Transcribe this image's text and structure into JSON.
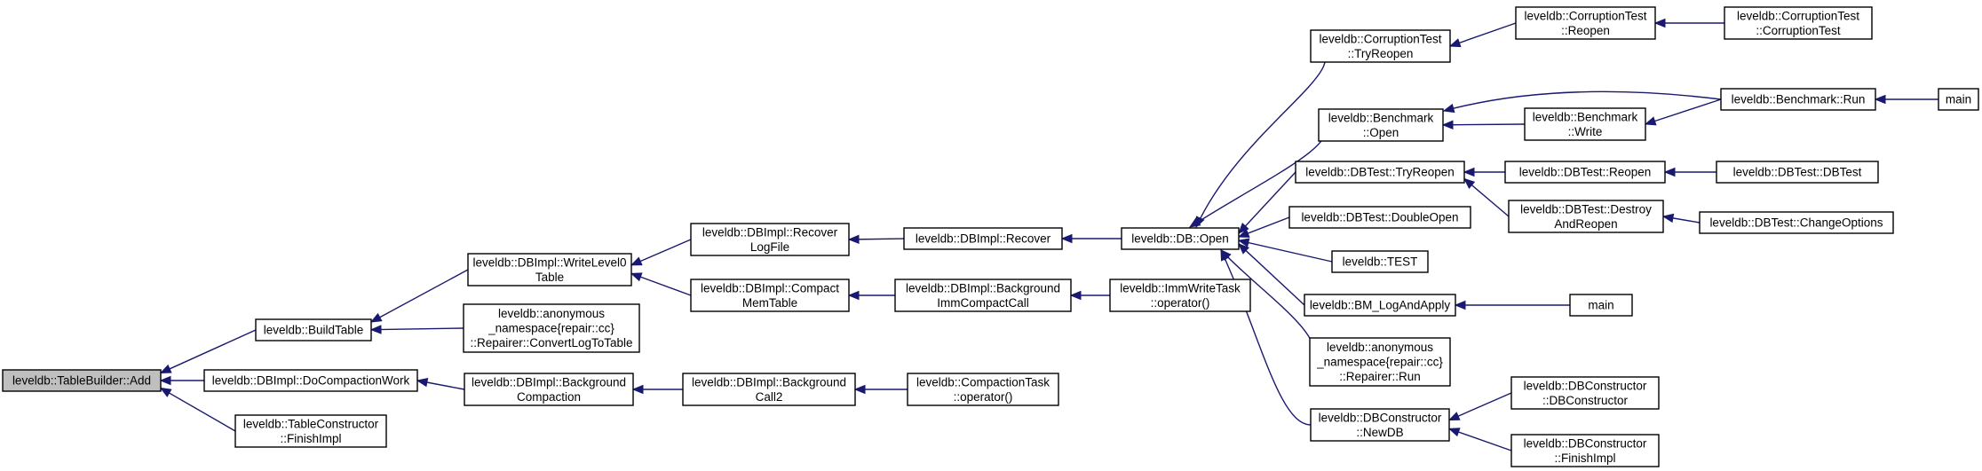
{
  "colors": {
    "edge": "#191970",
    "box_border": "#000000",
    "highlight_fill": "#bfbfbf",
    "background": "#ffffff"
  },
  "nodes": [
    {
      "id": "tb_add",
      "lines": [
        "leveldb::TableBuilder::Add"
      ],
      "highlight": true
    },
    {
      "id": "buildtable",
      "lines": [
        "leveldb::BuildTable"
      ]
    },
    {
      "id": "docompaction",
      "lines": [
        "leveldb::DBImpl::DoCompactionWork"
      ]
    },
    {
      "id": "tc_finish",
      "lines": [
        "leveldb::TableConstructor",
        "::FinishImpl"
      ]
    },
    {
      "id": "writelevel0",
      "lines": [
        "leveldb::DBImpl::WriteLevel0",
        "Table"
      ]
    },
    {
      "id": "repairer_convert",
      "lines": [
        "leveldb::anonymous",
        "_namespace{repair::cc}",
        "::Repairer::ConvertLogToTable"
      ]
    },
    {
      "id": "bg_compaction",
      "lines": [
        "leveldb::DBImpl::Background",
        "Compaction"
      ]
    },
    {
      "id": "recover_logfile",
      "lines": [
        "leveldb::DBImpl::Recover",
        "LogFile"
      ]
    },
    {
      "id": "compact_memtable",
      "lines": [
        "leveldb::DBImpl::Compact",
        "MemTable"
      ]
    },
    {
      "id": "bg_call2",
      "lines": [
        "leveldb::DBImpl::Background",
        "Call2"
      ]
    },
    {
      "id": "recover",
      "lines": [
        "leveldb::DBImpl::Recover"
      ]
    },
    {
      "id": "bg_immcompact",
      "lines": [
        "leveldb::DBImpl::Background",
        "ImmCompactCall"
      ]
    },
    {
      "id": "compactiontask",
      "lines": [
        "leveldb::CompactionTask",
        "::operator()"
      ]
    },
    {
      "id": "db_open",
      "lines": [
        "leveldb::DB::Open"
      ]
    },
    {
      "id": "immwritetask",
      "lines": [
        "leveldb::ImmWriteTask",
        "::operator()"
      ]
    },
    {
      "id": "ct_tryreopen",
      "lines": [
        "leveldb::CorruptionTest",
        "::TryReopen"
      ]
    },
    {
      "id": "bm_open",
      "lines": [
        "leveldb::Benchmark",
        "::Open"
      ]
    },
    {
      "id": "dbt_tryreopen",
      "lines": [
        "leveldb::DBTest::TryReopen"
      ]
    },
    {
      "id": "dbt_doubleopen",
      "lines": [
        "leveldb::DBTest::DoubleOpen"
      ]
    },
    {
      "id": "test",
      "lines": [
        "leveldb::TEST"
      ]
    },
    {
      "id": "bm_logandapply",
      "lines": [
        "leveldb::BM_LogAndApply"
      ]
    },
    {
      "id": "repairer_run",
      "lines": [
        "leveldb::anonymous",
        "_namespace{repair::cc}",
        "::Repairer::Run"
      ]
    },
    {
      "id": "dbc_newdb",
      "lines": [
        "leveldb::DBConstructor",
        "::NewDB"
      ]
    },
    {
      "id": "ct_reopen",
      "lines": [
        "leveldb::CorruptionTest",
        "::Reopen"
      ]
    },
    {
      "id": "bm_write",
      "lines": [
        "leveldb::Benchmark",
        "::Write"
      ]
    },
    {
      "id": "dbt_reopen",
      "lines": [
        "leveldb::DBTest::Reopen"
      ]
    },
    {
      "id": "dbt_destroyreopen",
      "lines": [
        "leveldb::DBTest::Destroy",
        "AndReopen"
      ]
    },
    {
      "id": "main_logapply",
      "lines": [
        "main"
      ]
    },
    {
      "id": "dbc_ctor",
      "lines": [
        "leveldb::DBConstructor",
        "::DBConstructor"
      ]
    },
    {
      "id": "dbc_finish",
      "lines": [
        "leveldb::DBConstructor",
        "::FinishImpl"
      ]
    },
    {
      "id": "ct_ctor",
      "lines": [
        "leveldb::CorruptionTest",
        "::CorruptionTest"
      ]
    },
    {
      "id": "bm_run",
      "lines": [
        "leveldb::Benchmark::Run"
      ]
    },
    {
      "id": "dbt_dbtest",
      "lines": [
        "leveldb::DBTest::DBTest"
      ]
    },
    {
      "id": "dbt_changeoptions",
      "lines": [
        "leveldb::DBTest::ChangeOptions"
      ]
    },
    {
      "id": "main_bench",
      "lines": [
        "main"
      ]
    }
  ],
  "edges": [
    {
      "from": "buildtable",
      "to": "tb_add"
    },
    {
      "from": "docompaction",
      "to": "tb_add"
    },
    {
      "from": "tc_finish",
      "to": "tb_add"
    },
    {
      "from": "writelevel0",
      "to": "buildtable"
    },
    {
      "from": "repairer_convert",
      "to": "buildtable"
    },
    {
      "from": "bg_compaction",
      "to": "docompaction"
    },
    {
      "from": "recover_logfile",
      "to": "writelevel0"
    },
    {
      "from": "compact_memtable",
      "to": "writelevel0"
    },
    {
      "from": "bg_call2",
      "to": "bg_compaction"
    },
    {
      "from": "recover",
      "to": "recover_logfile"
    },
    {
      "from": "bg_immcompact",
      "to": "compact_memtable"
    },
    {
      "from": "compactiontask",
      "to": "bg_call2"
    },
    {
      "from": "db_open",
      "to": "recover"
    },
    {
      "from": "immwritetask",
      "to": "bg_immcompact"
    },
    {
      "from": "ct_tryreopen",
      "to": "db_open"
    },
    {
      "from": "bm_open",
      "to": "db_open"
    },
    {
      "from": "dbt_tryreopen",
      "to": "db_open"
    },
    {
      "from": "dbt_doubleopen",
      "to": "db_open"
    },
    {
      "from": "test",
      "to": "db_open"
    },
    {
      "from": "bm_logandapply",
      "to": "db_open"
    },
    {
      "from": "repairer_run",
      "to": "db_open"
    },
    {
      "from": "dbc_newdb",
      "to": "db_open"
    },
    {
      "from": "ct_reopen",
      "to": "ct_tryreopen"
    },
    {
      "from": "bm_run",
      "to": "bm_open"
    },
    {
      "from": "bm_write",
      "to": "bm_open"
    },
    {
      "from": "dbt_reopen",
      "to": "dbt_tryreopen"
    },
    {
      "from": "dbt_destroyreopen",
      "to": "dbt_tryreopen"
    },
    {
      "from": "main_logapply",
      "to": "bm_logandapply"
    },
    {
      "from": "dbc_ctor",
      "to": "dbc_newdb"
    },
    {
      "from": "dbc_finish",
      "to": "dbc_newdb"
    },
    {
      "from": "ct_ctor",
      "to": "ct_reopen"
    },
    {
      "from": "bm_run",
      "to": "bm_write"
    },
    {
      "from": "dbt_dbtest",
      "to": "dbt_reopen"
    },
    {
      "from": "dbt_changeoptions",
      "to": "dbt_destroyreopen"
    },
    {
      "from": "main_bench",
      "to": "bm_run"
    }
  ]
}
